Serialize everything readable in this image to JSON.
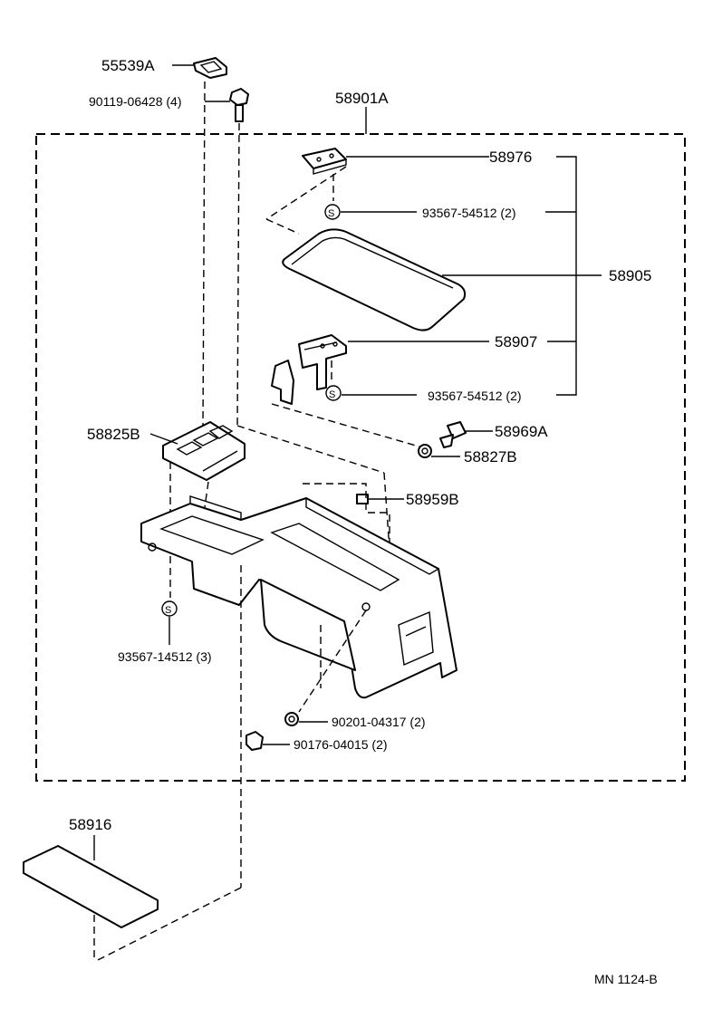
{
  "diagram_ref": "MN 1124-B",
  "parts": {
    "p55539A": "55539A",
    "p90119": "90119-06428 (4)",
    "p58901A": "58901A",
    "p58976": "58976",
    "p93567a": "93567-54512 (2)",
    "p58905": "58905",
    "p58907": "58907",
    "p93567b": "93567-54512 (2)",
    "p58969A": "58969A",
    "p58827B": "58827B",
    "p58825B": "58825B",
    "p58959B": "58959B",
    "p93567c": "93567-14512 (3)",
    "p90201": "90201-04317 (2)",
    "p90176": "90176-04015 (2)",
    "p58916": "58916"
  },
  "symbols": {
    "screw_mark": "S"
  }
}
